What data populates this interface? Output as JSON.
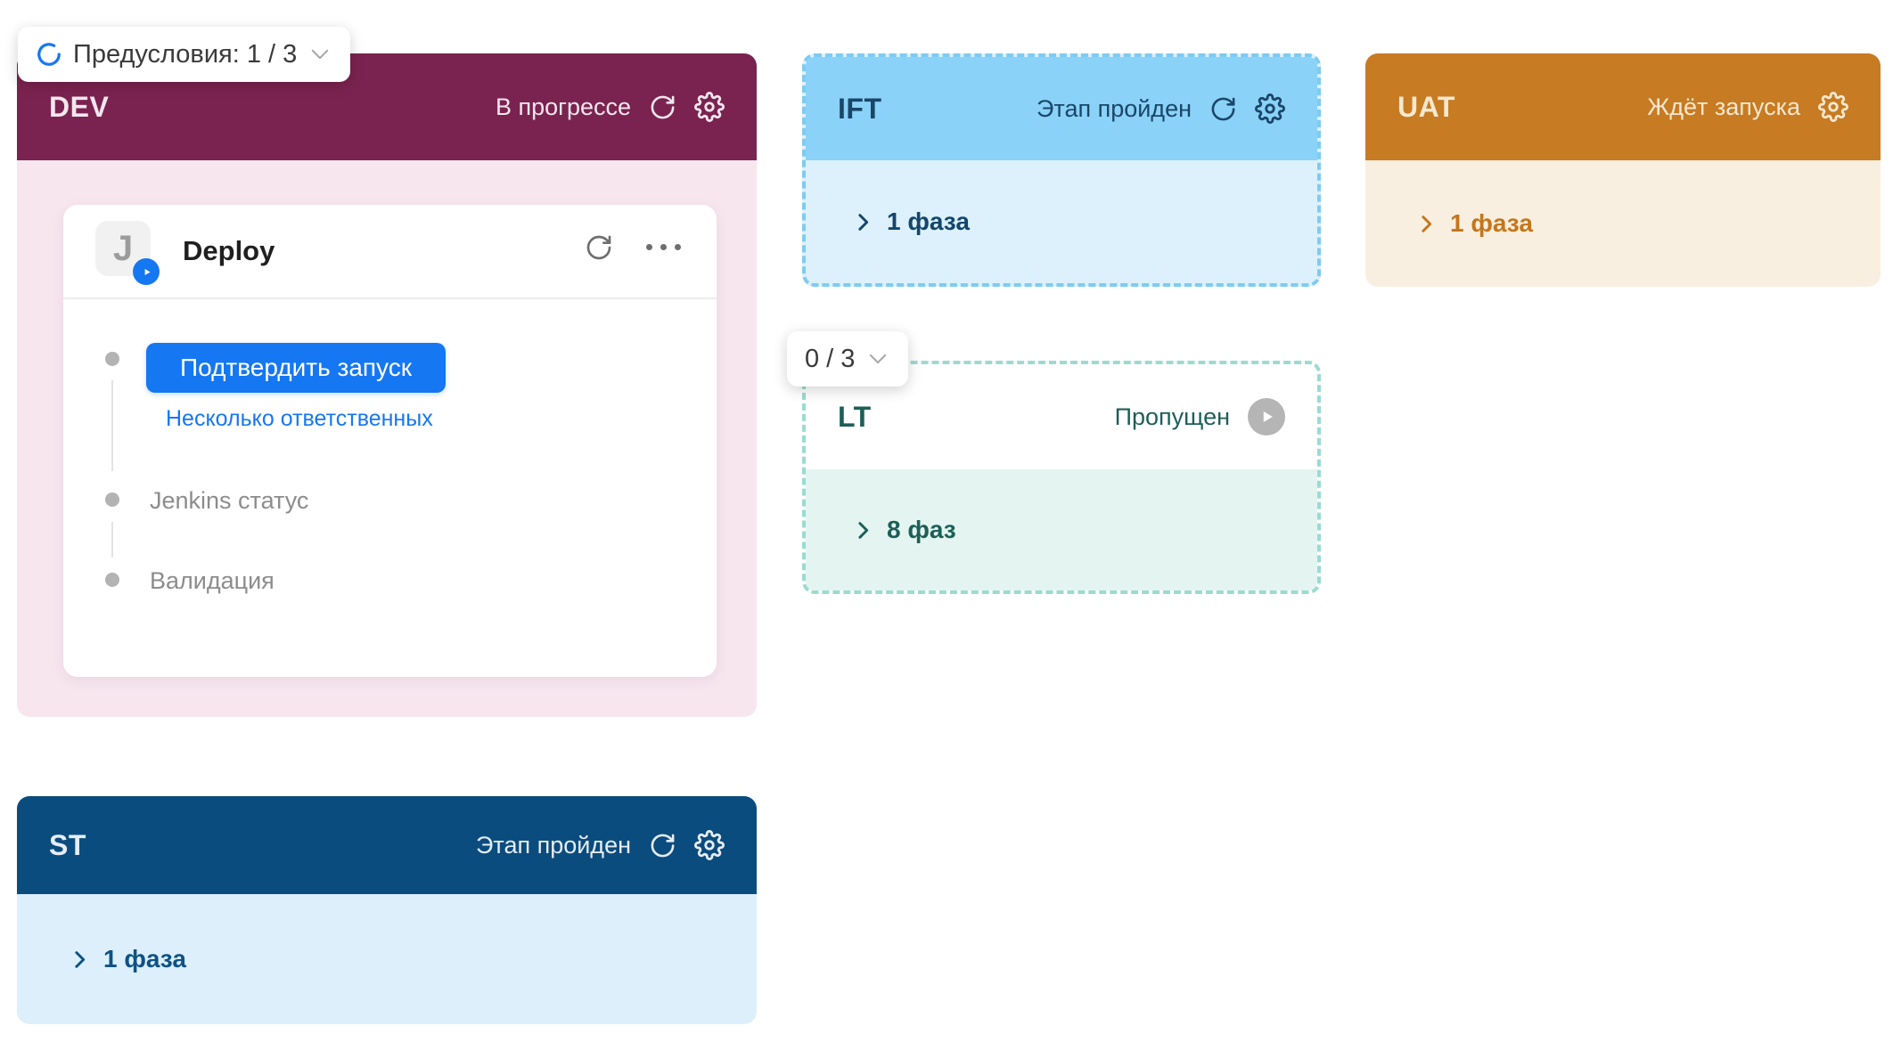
{
  "preconditions_badge": {
    "label": "Предусловия: 1 / 3"
  },
  "progress_badge": {
    "label": "0 / 3"
  },
  "stages": {
    "dev": {
      "title": "DEV",
      "status": "В прогрессе",
      "header_color": "#7B2350",
      "body_color": "#F8E6EF"
    },
    "ift": {
      "title": "IFT",
      "status": "Этап пройден",
      "phases_label": "1 фаза",
      "header_color": "#8AD2F8",
      "body_color": "#DCF1FC",
      "border_color": "#7ECBF2"
    },
    "uat": {
      "title": "UAT",
      "status": "Ждёт запуска",
      "phases_label": "1 фаза",
      "header_color": "#C77B22",
      "body_color": "#F8EFE0"
    },
    "lt": {
      "title": "LT",
      "status": "Пропущен",
      "phases_label": "8 фаз",
      "border_color": "#9ADBD2",
      "body_color": "#E4F5F1",
      "text_color": "#1D5F57"
    },
    "st": {
      "title": "ST",
      "status": "Этап пройден",
      "phases_label": "1 фаза",
      "header_color": "#0B4C7E",
      "body_color": "#DCEFFB"
    }
  },
  "job_card": {
    "name": "Deploy",
    "avatar_letter": "J",
    "confirm_button_label": "Подтвердить запуск",
    "responsible_link_label": "Несколько ответственных",
    "steps": [
      "Jenkins статус",
      "Валидация"
    ]
  },
  "colors": {
    "accent_blue": "#1677F2",
    "link_blue": "#1677F2",
    "step_gray": "#8C8C8C"
  }
}
